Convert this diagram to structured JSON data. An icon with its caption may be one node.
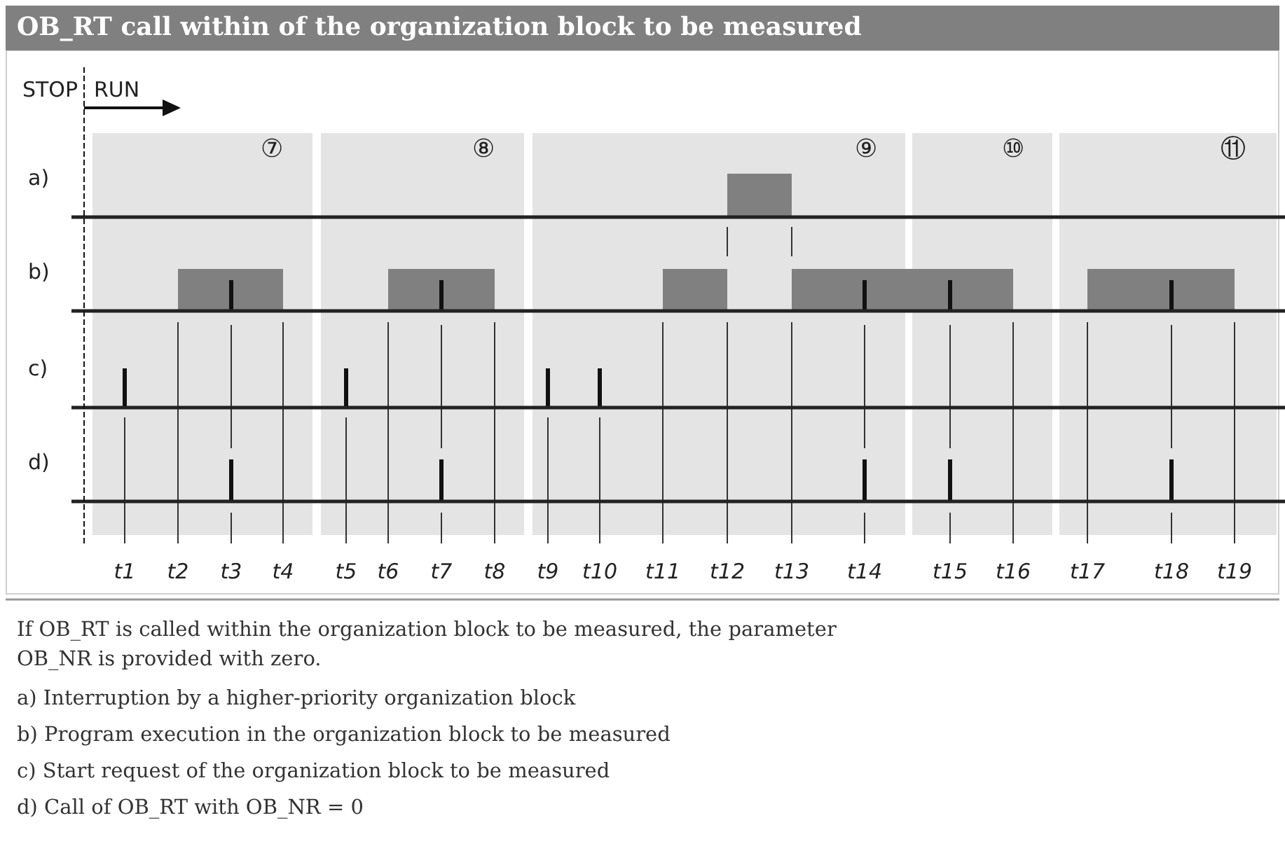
{
  "diagram": {
    "title": "OB_RT call within of the organization block to be measured",
    "caption": "If OB_RT is called within the organization block to be measured, the parameter OB_NR is provided with zero.",
    "labels": [
      "STOP",
      "RUN",
      "⑦",
      "⑧",
      "⑨",
      "⑩",
      "⑪",
      "a)",
      "b)",
      "c)",
      "d)",
      "t1",
      "t2",
      "t3",
      "t4",
      "t5",
      "t6",
      "t7",
      "t8",
      "t9",
      "t10",
      "t11",
      "t12",
      "t13",
      "t14",
      "t15",
      "t16",
      "t17",
      "t18",
      "t19",
      "a) Interruption by a higher-priority organization block",
      "b) Program execution in the organization block to be measured",
      "c) Start request of the organization block to be measured",
      "d) Call of OB_RT with OB_NR = 0"
    ]
  }
}
